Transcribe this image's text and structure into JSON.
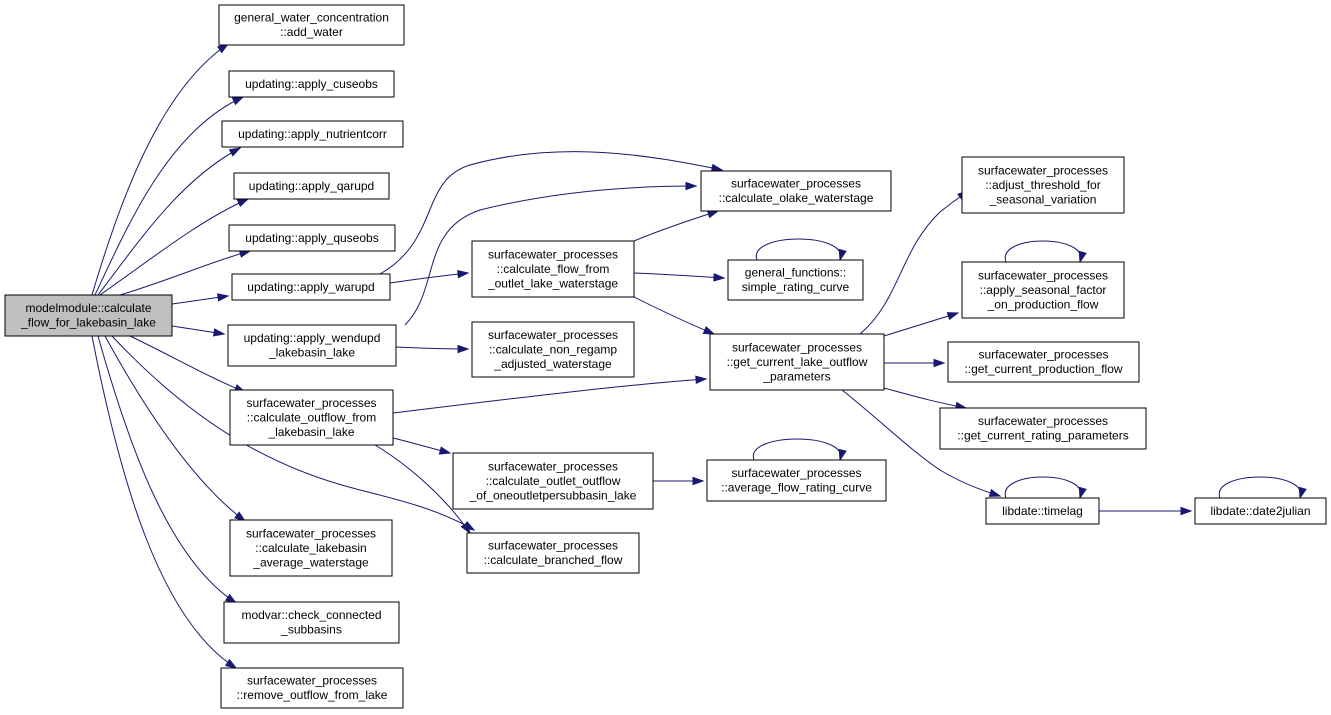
{
  "diagram": {
    "type": "call-graph",
    "colors": {
      "edge": "#191970",
      "root_fill": "#bfbfbf",
      "node_fill": "#ffffff",
      "node_border": "#000000"
    },
    "nodes": [
      {
        "id": "root",
        "lines": [
          "modelmodule::calculate",
          "_flow_for_lakebasin_lake"
        ],
        "root": true
      },
      {
        "id": "add_water",
        "lines": [
          "general_water_concentration",
          "::add_water"
        ]
      },
      {
        "id": "cuseobs",
        "lines": [
          "updating::apply_cuseobs"
        ]
      },
      {
        "id": "nutrientcorr",
        "lines": [
          "updating::apply_nutrientcorr"
        ]
      },
      {
        "id": "qarupd",
        "lines": [
          "updating::apply_qarupd"
        ]
      },
      {
        "id": "quseobs",
        "lines": [
          "updating::apply_quseobs"
        ]
      },
      {
        "id": "warupd",
        "lines": [
          "updating::apply_warupd"
        ]
      },
      {
        "id": "wendupd",
        "lines": [
          "updating::apply_wendupd",
          "_lakebasin_lake"
        ]
      },
      {
        "id": "outflow_from",
        "lines": [
          "surfacewater_processes",
          "::calculate_outflow_from",
          "_lakebasin_lake"
        ]
      },
      {
        "id": "lakebasin_avg",
        "lines": [
          "surfacewater_processes",
          "::calculate_lakebasin",
          "_average_waterstage"
        ]
      },
      {
        "id": "check_conn",
        "lines": [
          "modvar::check_connected",
          "_subbasins"
        ]
      },
      {
        "id": "remove_outflow",
        "lines": [
          "surfacewater_processes",
          "::remove_outflow_from_lake"
        ]
      },
      {
        "id": "flow_from_outlet",
        "lines": [
          "surfacewater_processes",
          "::calculate_flow_from",
          "_outlet_lake_waterstage"
        ]
      },
      {
        "id": "non_regamp",
        "lines": [
          "surfacewater_processes",
          "::calculate_non_regamp",
          "_adjusted_waterstage"
        ]
      },
      {
        "id": "outlet_outflow",
        "lines": [
          "surfacewater_processes",
          "::calculate_outlet_outflow",
          "_of_oneoutletpersubbasin_lake"
        ]
      },
      {
        "id": "branched",
        "lines": [
          "surfacewater_processes",
          "::calculate_branched_flow"
        ]
      },
      {
        "id": "olake",
        "lines": [
          "surfacewater_processes",
          "::calculate_olake_waterstage"
        ]
      },
      {
        "id": "simple_rating",
        "lines": [
          "general_functions::",
          "simple_rating_curve"
        ]
      },
      {
        "id": "cur_lake_outflow",
        "lines": [
          "surfacewater_processes",
          "::get_current_lake_outflow",
          "_parameters"
        ]
      },
      {
        "id": "avg_flow_rating",
        "lines": [
          "surfacewater_processes",
          "::average_flow_rating_curve"
        ]
      },
      {
        "id": "adjust_threshold",
        "lines": [
          "surfacewater_processes",
          "::adjust_threshold_for",
          "_seasonal_variation"
        ]
      },
      {
        "id": "seasonal_factor",
        "lines": [
          "surfacewater_processes",
          "::apply_seasonal_factor",
          "_on_production_flow"
        ]
      },
      {
        "id": "cur_prod_flow",
        "lines": [
          "surfacewater_processes",
          "::get_current_production_flow"
        ]
      },
      {
        "id": "cur_rating_params",
        "lines": [
          "surfacewater_processes",
          "::get_current_rating_parameters"
        ]
      },
      {
        "id": "timelag",
        "lines": [
          "libdate::timelag"
        ]
      },
      {
        "id": "date2julian",
        "lines": [
          "libdate::date2julian"
        ]
      }
    ],
    "edges": [
      [
        "root",
        "add_water"
      ],
      [
        "root",
        "cuseobs"
      ],
      [
        "root",
        "nutrientcorr"
      ],
      [
        "root",
        "qarupd"
      ],
      [
        "root",
        "quseobs"
      ],
      [
        "root",
        "warupd"
      ],
      [
        "root",
        "wendupd"
      ],
      [
        "root",
        "outflow_from"
      ],
      [
        "root",
        "lakebasin_avg"
      ],
      [
        "root",
        "check_conn"
      ],
      [
        "root",
        "remove_outflow"
      ],
      [
        "root",
        "branched"
      ],
      [
        "warupd",
        "flow_from_outlet"
      ],
      [
        "warupd",
        "olake"
      ],
      [
        "wendupd",
        "olake"
      ],
      [
        "wendupd",
        "non_regamp"
      ],
      [
        "outflow_from",
        "cur_lake_outflow"
      ],
      [
        "outflow_from",
        "outlet_outflow"
      ],
      [
        "outflow_from",
        "branched"
      ],
      [
        "flow_from_outlet",
        "olake"
      ],
      [
        "flow_from_outlet",
        "simple_rating"
      ],
      [
        "flow_from_outlet",
        "cur_lake_outflow"
      ],
      [
        "outlet_outflow",
        "avg_flow_rating"
      ],
      [
        "simple_rating",
        "simple_rating"
      ],
      [
        "avg_flow_rating",
        "avg_flow_rating"
      ],
      [
        "cur_lake_outflow",
        "adjust_threshold"
      ],
      [
        "cur_lake_outflow",
        "seasonal_factor"
      ],
      [
        "cur_lake_outflow",
        "cur_prod_flow"
      ],
      [
        "cur_lake_outflow",
        "cur_rating_params"
      ],
      [
        "cur_lake_outflow",
        "timelag"
      ],
      [
        "seasonal_factor",
        "seasonal_factor"
      ],
      [
        "timelag",
        "timelag"
      ],
      [
        "timelag",
        "date2julian"
      ],
      [
        "date2julian",
        "date2julian"
      ]
    ]
  }
}
